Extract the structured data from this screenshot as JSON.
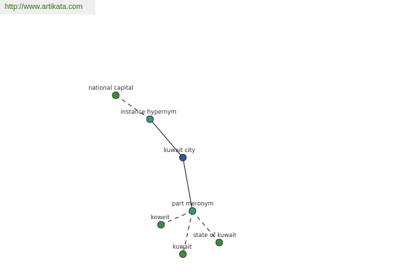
{
  "site_url": "http://www.artikata.com",
  "colors": {
    "center_node": "#3d4f9a",
    "relation_node": "#3c8f86",
    "word_node": "#3f8a3f",
    "edge": "#111111",
    "url_text": "#3a6b10",
    "banner_bg": "#efefef"
  },
  "nodes": [
    {
      "id": "n_national_capital",
      "name": "node-national-capital",
      "label": "national capital",
      "kind": "word"
    },
    {
      "id": "n_instance_hypernym",
      "name": "node-instance-hypernym",
      "label": "instance hypernym",
      "kind": "relation"
    },
    {
      "id": "n_kuwait_city",
      "name": "node-kuwait-city",
      "label": "kuwait city",
      "kind": "center"
    },
    {
      "id": "n_part_meronym",
      "name": "node-part-meronym",
      "label": "part meronym",
      "kind": "relation"
    },
    {
      "id": "n_koweit",
      "name": "node-koweit",
      "label": "koweit",
      "kind": "word"
    },
    {
      "id": "n_kuwait",
      "name": "node-kuwait",
      "label": "kuwait",
      "kind": "word"
    },
    {
      "id": "n_state_of_kuwait",
      "name": "node-state-of-kuwait",
      "label": "state of kuwait",
      "kind": "word"
    }
  ],
  "edges": [
    {
      "from": "n_instance_hypernym",
      "to": "n_national_capital",
      "style": "dashed"
    },
    {
      "from": "n_kuwait_city",
      "to": "n_instance_hypernym",
      "style": "solid"
    },
    {
      "from": "n_kuwait_city",
      "to": "n_part_meronym",
      "style": "solid"
    },
    {
      "from": "n_part_meronym",
      "to": "n_koweit",
      "style": "dashed"
    },
    {
      "from": "n_part_meronym",
      "to": "n_kuwait",
      "style": "dashed"
    },
    {
      "from": "n_part_meronym",
      "to": "n_state_of_kuwait",
      "style": "dashed"
    }
  ]
}
